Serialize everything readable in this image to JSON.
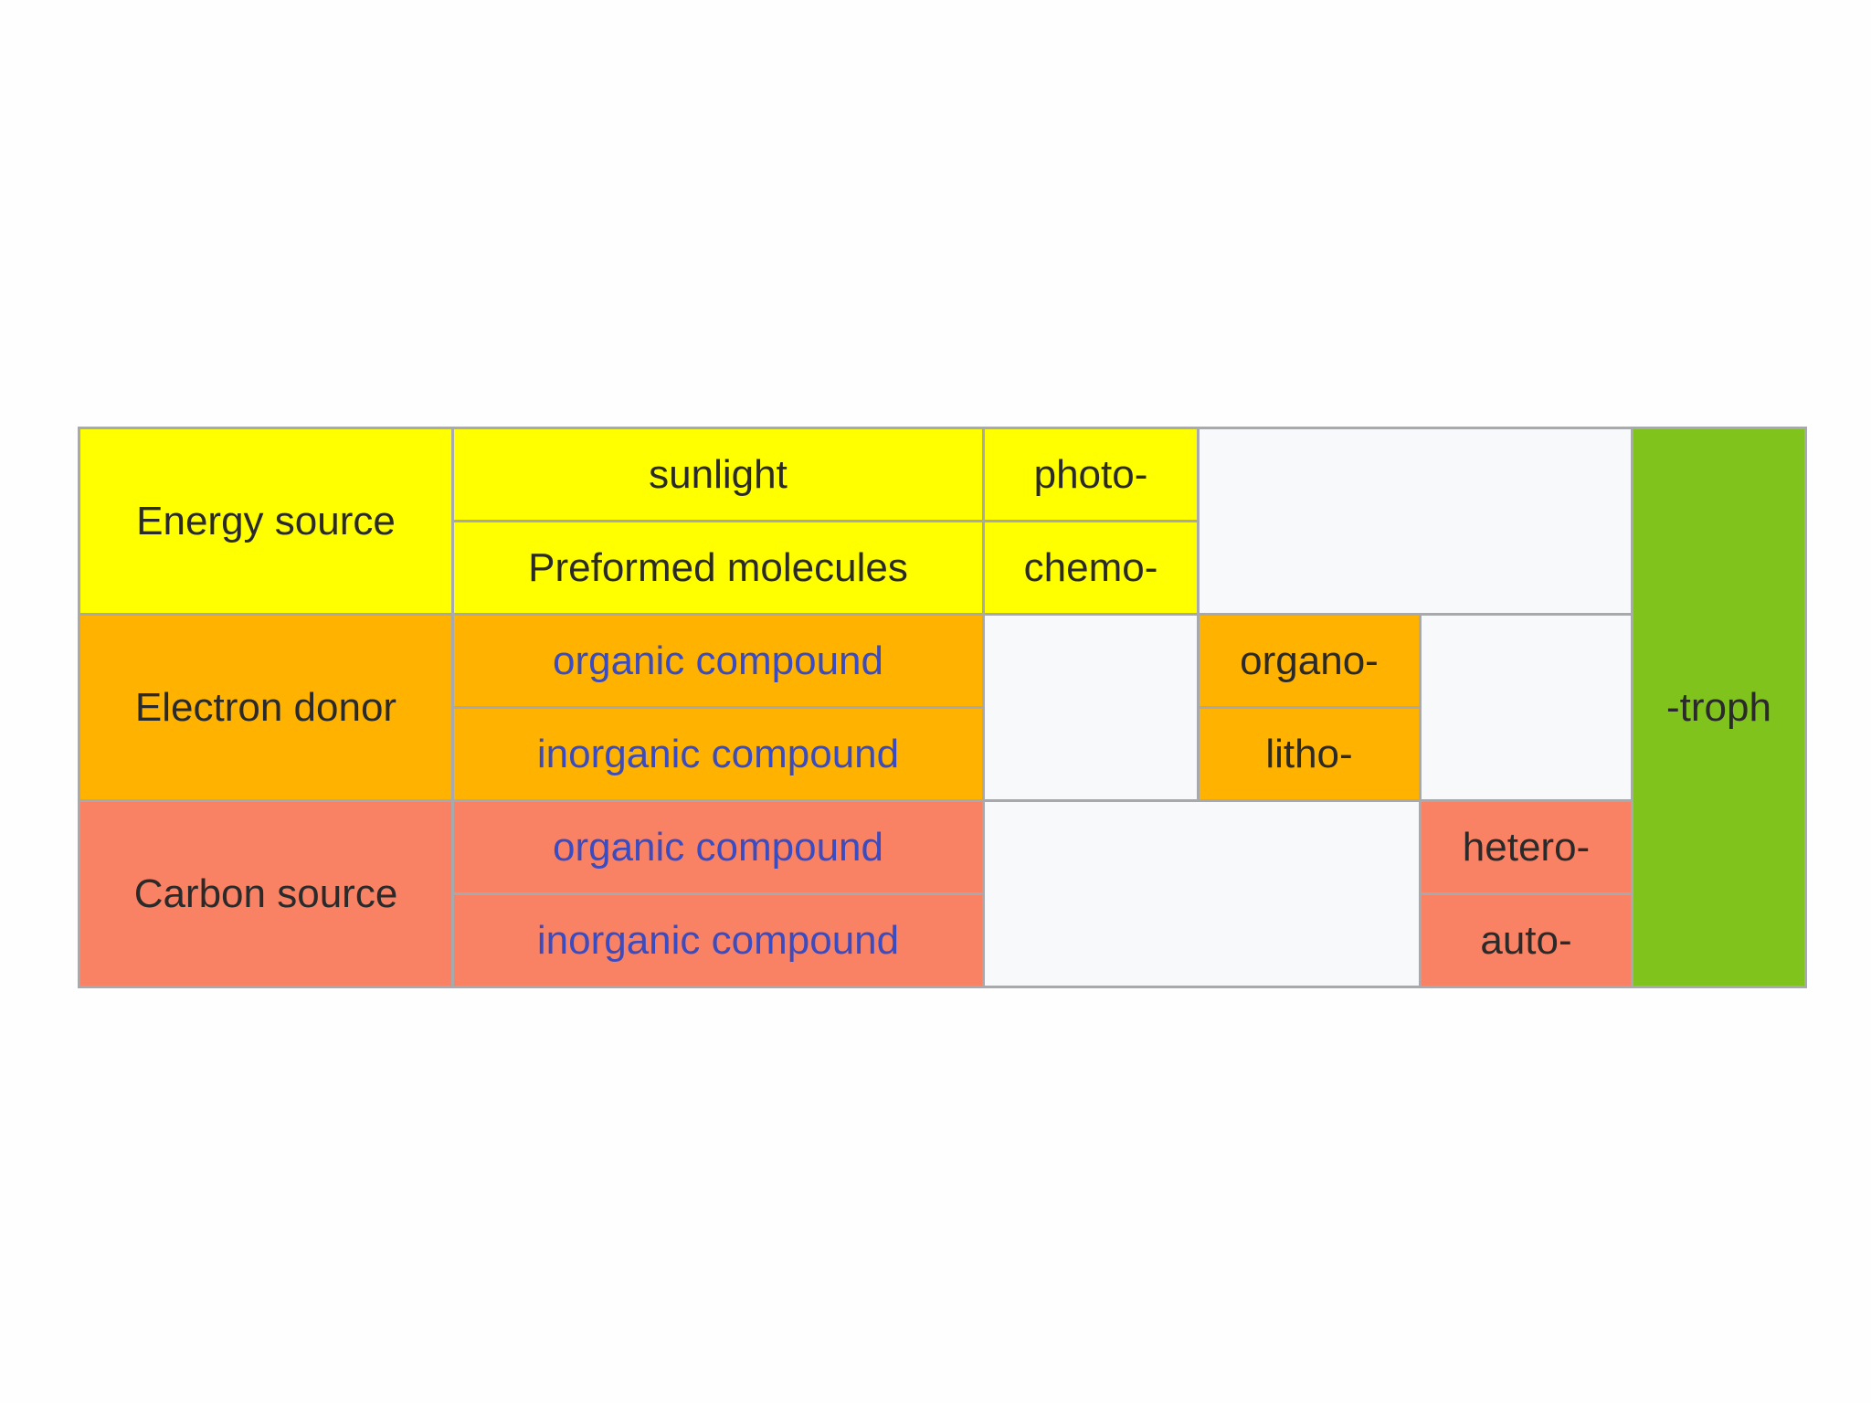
{
  "colors": {
    "energy": "#ffff00",
    "electron": "#ffb300",
    "carbon": "#fa8264",
    "troph": "#7fc31c",
    "empty": "#f8f9fa",
    "link": "#3b4cc0",
    "border": "#a8a9ad"
  },
  "energy": {
    "label": "Energy source",
    "options": [
      {
        "label": "sunlight",
        "prefix": "photo-"
      },
      {
        "label": "Preformed molecules",
        "prefix": "chemo-"
      }
    ]
  },
  "electron": {
    "label": "Electron donor",
    "options": [
      {
        "label": "organic compound",
        "prefix": "organo-"
      },
      {
        "label": "inorganic compound",
        "prefix": "litho-"
      }
    ]
  },
  "carbon": {
    "label": "Carbon source",
    "options": [
      {
        "label": "organic compound",
        "prefix": "hetero-"
      },
      {
        "label": "inorganic compound",
        "prefix": "auto-"
      }
    ]
  },
  "suffix": "-troph"
}
